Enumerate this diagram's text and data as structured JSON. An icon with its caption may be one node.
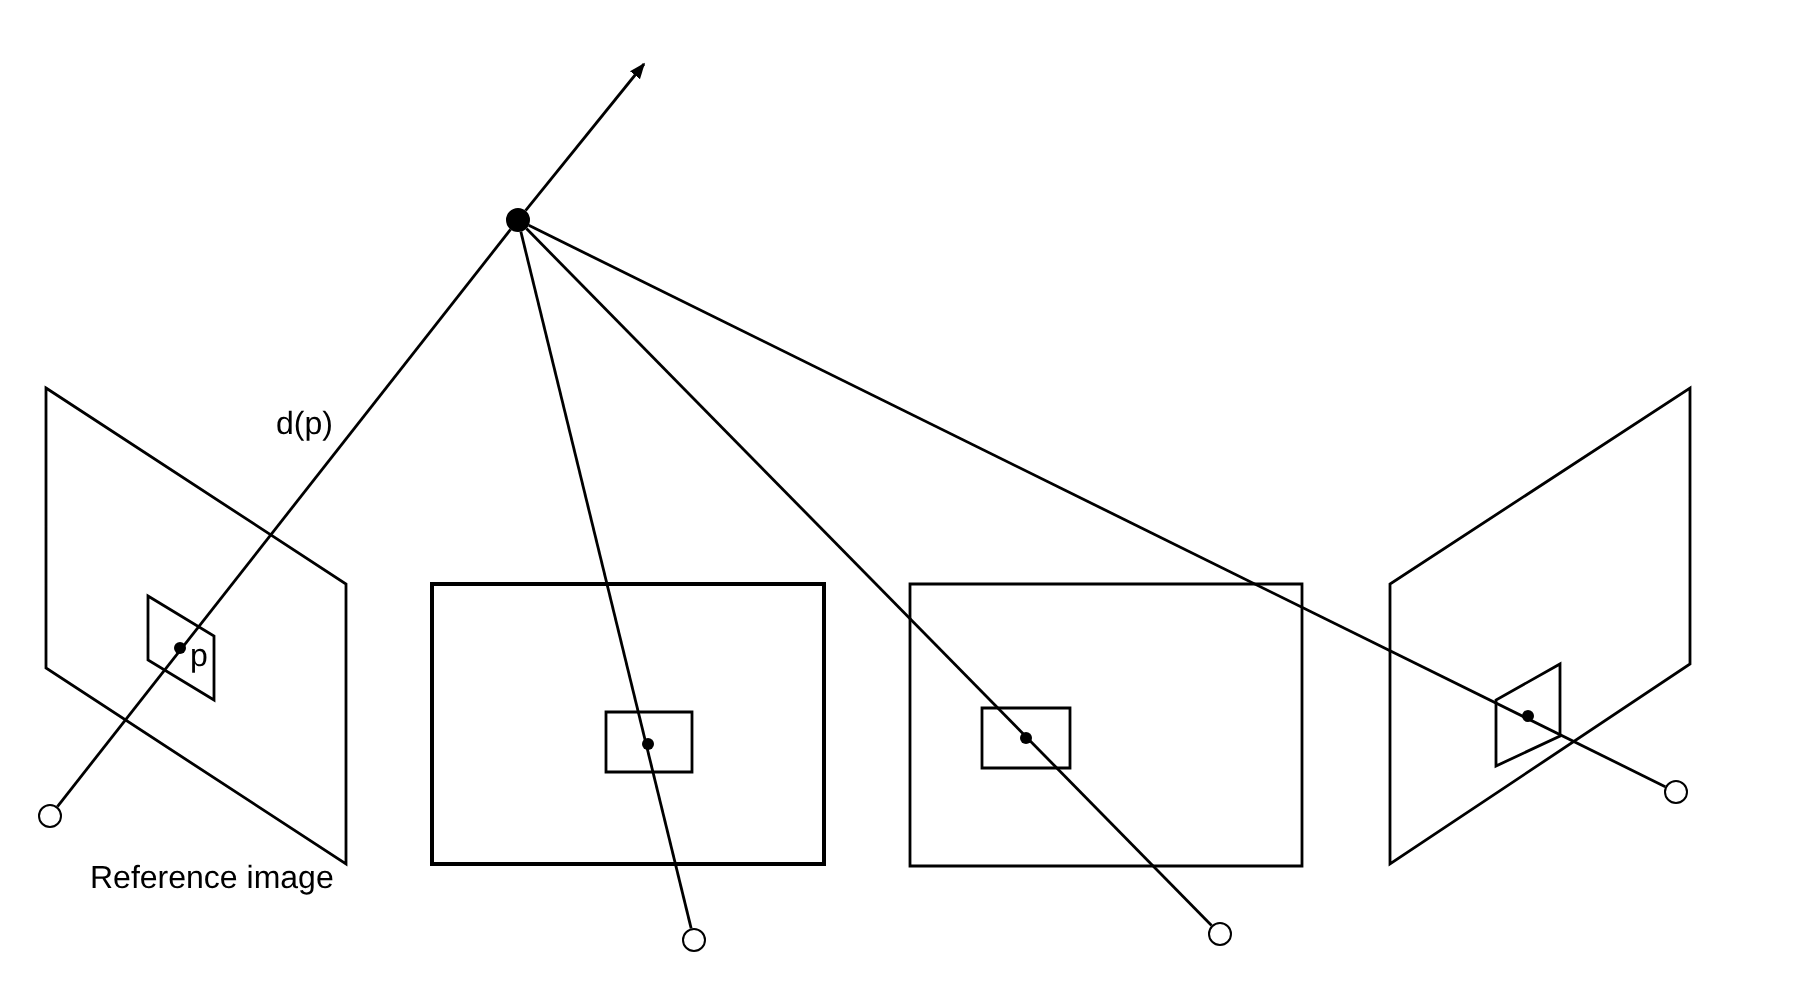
{
  "diagram": {
    "nodes": [
      {
        "text": [],
        "shape": "circle"
      },
      {
        "text": [],
        "shape": "circle"
      },
      {
        "text": [],
        "shape": "circle"
      },
      {
        "text": [],
        "shape": "circle"
      },
      {
        "text": [],
        "shape": "circle"
      }
    ],
    "edges": [
      {
        "from": 1,
        "to": 0,
        "arrow": "none"
      },
      {
        "from": 0,
        "to": null,
        "arrow": "to"
      },
      {
        "from": 2,
        "to": 0,
        "arrow": "none"
      },
      {
        "from": 3,
        "to": 0,
        "arrow": "none"
      },
      {
        "from": 4,
        "to": 0,
        "arrow": "none"
      }
    ],
    "labels": [
      "d(p)",
      "p",
      "Reference image"
    ]
  }
}
